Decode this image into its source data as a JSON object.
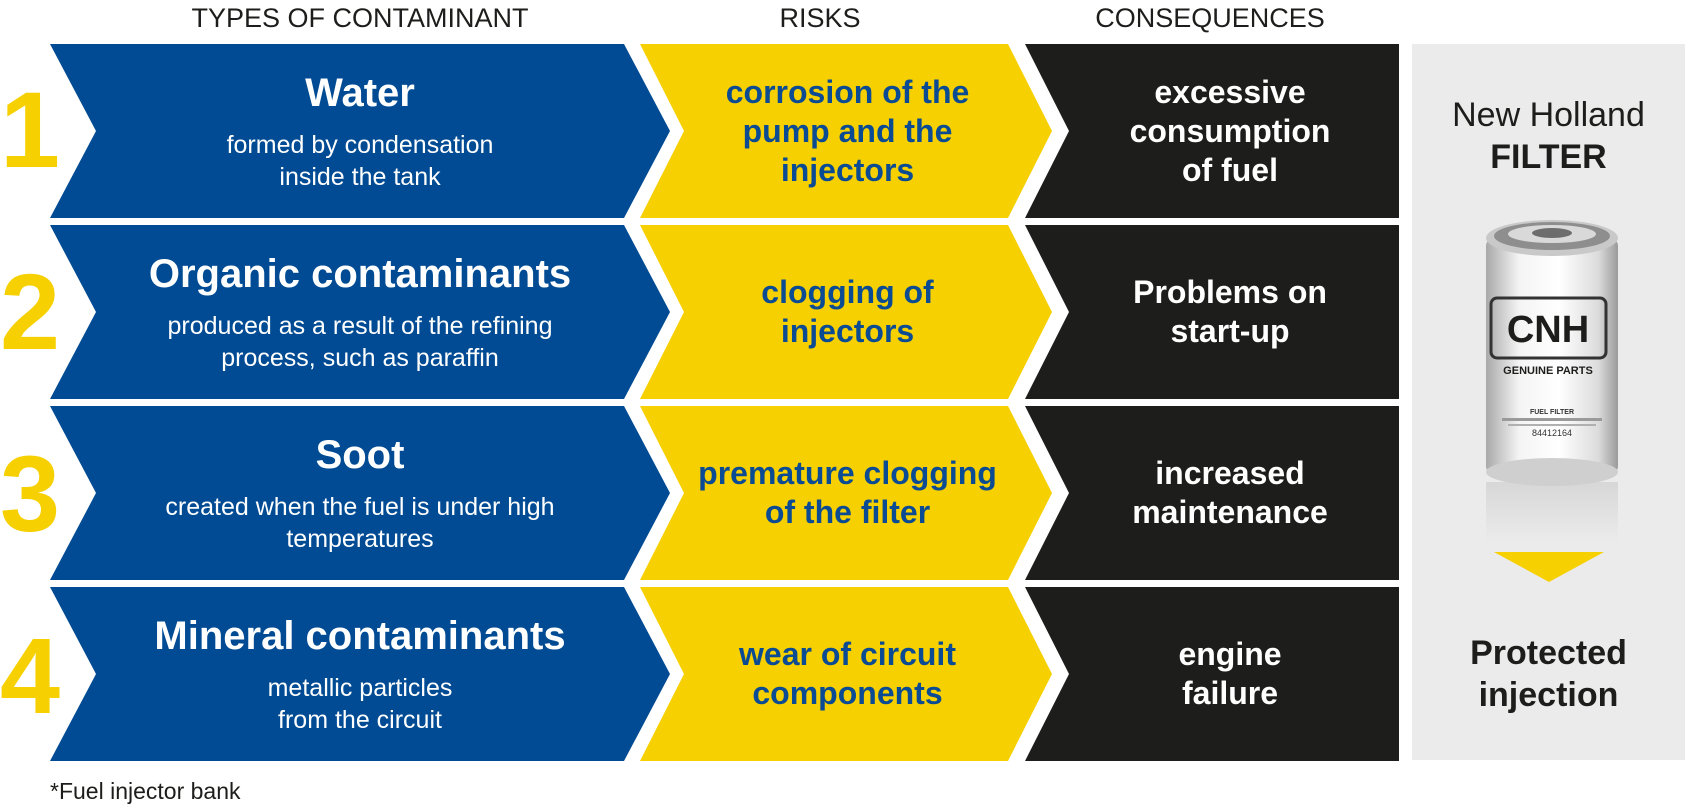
{
  "headers": {
    "types": "TYPES OF CONTAMINANT",
    "risks": "RISKS",
    "consequences": "CONSEQUENCES"
  },
  "rows": [
    {
      "number": "1",
      "title": "Water",
      "description": "formed by condensation inside the tank",
      "risk": "corrosion of the pump and the injectors",
      "consequence": "excessive consumption of fuel"
    },
    {
      "number": "2",
      "title": "Organic contaminants",
      "description": "produced as a result of the refining process, such as paraffin",
      "risk": "clogging of injectors",
      "consequence": "Problems on start-up"
    },
    {
      "number": "3",
      "title": "Soot",
      "description": "created when the fuel is under high temperatures",
      "risk": "premature clogging of the filter",
      "consequence": "increased maintenance"
    },
    {
      "number": "4",
      "title": "Mineral contaminants",
      "description": "metallic particles from the circuit",
      "risk": "wear of circuit components",
      "consequence": "engine failure"
    }
  ],
  "filter_panel": {
    "brand_line1": "New Holland",
    "brand_line2": "FILTER",
    "logo_text": "CNH",
    "logo_subtext": "GENUINE PARTS",
    "label_text": "FUEL FILTER",
    "part_number": "84412164",
    "result": "Protected injection"
  },
  "footnote": "*Fuel injector bank",
  "colors": {
    "blue": "#004b93",
    "yellow": "#f6d000",
    "black": "#1d1d1b",
    "panel": "#ebebeb"
  }
}
